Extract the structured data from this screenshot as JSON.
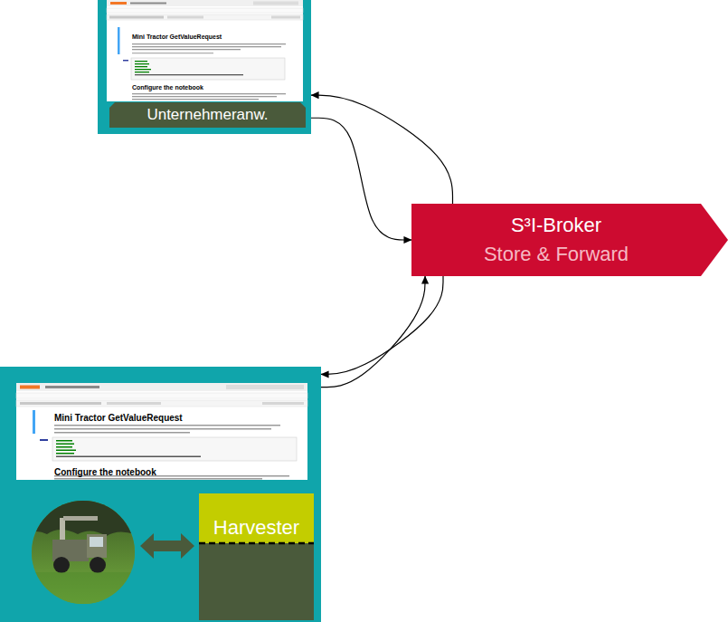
{
  "diagram": {
    "nodes": [
      {
        "text": [
          "Mini Tractor GetValueRequest",
          "Configure the notebook"
        ]
      },
      {
        "text": [
          "Unternehmeranw."
        ],
        "in": 0
      },
      {
        "text": [
          "S³I-Broker",
          "Store & Forward"
        ]
      },
      {
        "text": [
          "Mini Tractor GetValueRequest",
          "Configure the notebook"
        ]
      },
      {
        "text": [
          "Harvester"
        ],
        "in": 3
      }
    ],
    "edges": [
      {
        "from": 0,
        "to": 2,
        "arrow": "to"
      },
      {
        "from": 2,
        "to": 0,
        "arrow": "to"
      },
      {
        "from": 2,
        "to": 3,
        "arrow": "to"
      },
      {
        "from": 3,
        "to": 2,
        "arrow": "to"
      }
    ]
  }
}
